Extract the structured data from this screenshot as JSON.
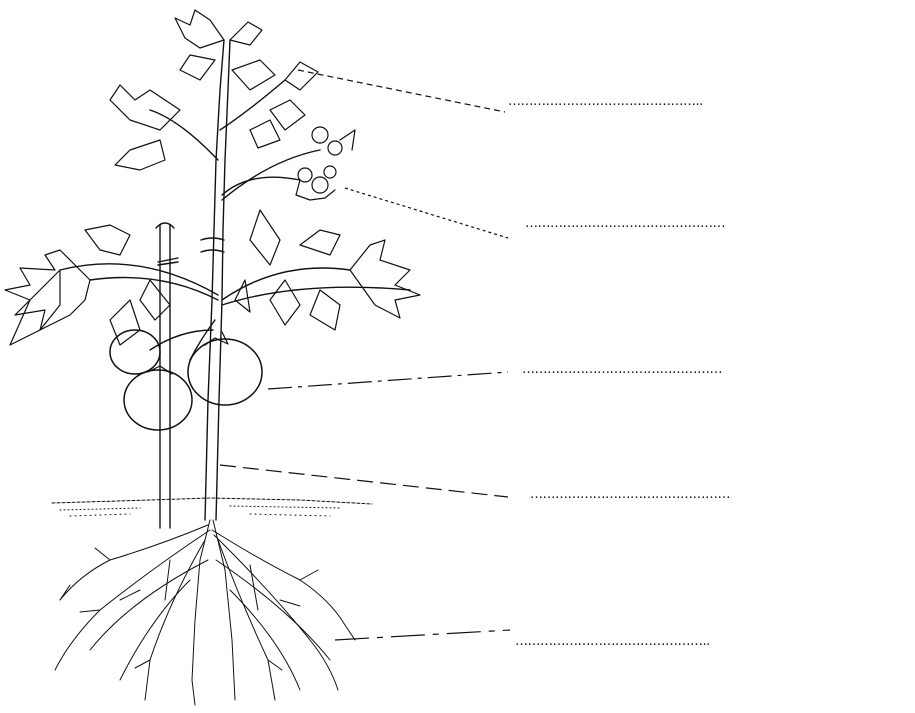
{
  "diagram": {
    "subject_icon": "tomato-plant-illustration",
    "blanks": [
      {
        "part": "leaves",
        "text": "……………………………………….."
      },
      {
        "part": "flower",
        "text": "…………………………………………"
      },
      {
        "part": "fruit",
        "text": "…………………………………………"
      },
      {
        "part": "stem",
        "text": "…………………………………………"
      },
      {
        "part": "roots",
        "text": "……………………………………….."
      }
    ]
  },
  "colors": {
    "ink": "#111111",
    "background": "#ffffff"
  }
}
